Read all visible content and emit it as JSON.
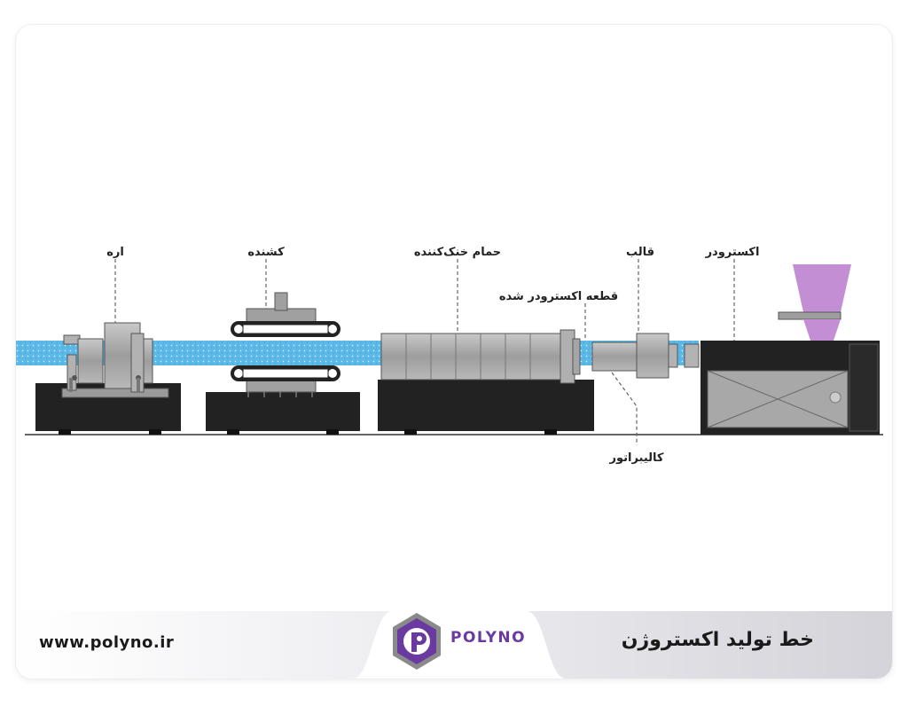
{
  "diagram": {
    "labels": {
      "saw": "اره",
      "puller": "کشنده",
      "cooling_bath": "حمام خنک‌کننده",
      "extruded_part": "قطعه اکسترودر شده",
      "die": "قالب",
      "extruder": "اکسترودر",
      "calibrator": "کالیبراتور"
    }
  },
  "footer": {
    "website": "www.polyno.ir",
    "title": "خط تولید اکستروژن",
    "brand": "POLYNO"
  },
  "colors": {
    "pipe": "#5cb8e6",
    "machine_gray": "#a6a6a6",
    "machine_dark": "#222222",
    "hopper": "#c48ed4",
    "brand_purple": "#6b3aa0"
  }
}
